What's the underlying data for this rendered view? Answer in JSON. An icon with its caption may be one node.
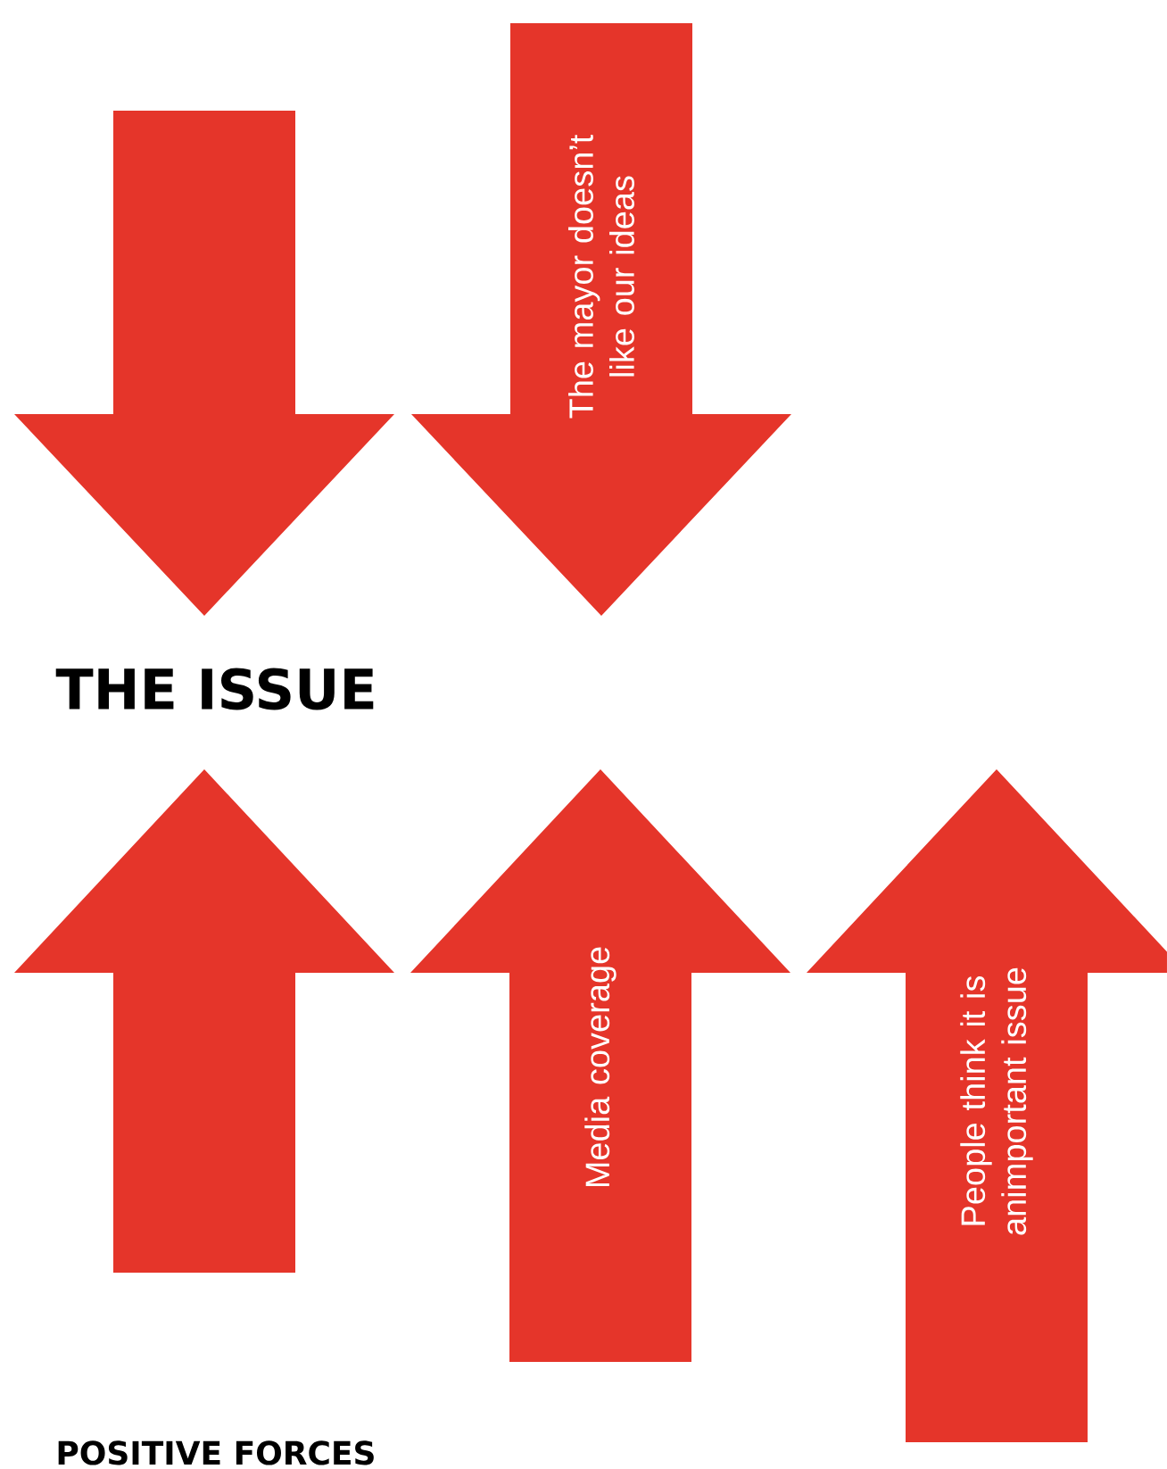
{
  "diagram": {
    "nodes": [
      {
        "text": [],
        "shape": "arrow"
      },
      {
        "text": [
          "The mayor doesn’t like our ideas"
        ]
      },
      {
        "text": [],
        "shape": "arrow"
      },
      {
        "text": [
          "Media coverage"
        ]
      },
      {
        "text": [
          "People think it is animportant issue"
        ]
      }
    ],
    "labels": [
      "THE ISSUE",
      "POSITIVE FORCES"
    ]
  }
}
